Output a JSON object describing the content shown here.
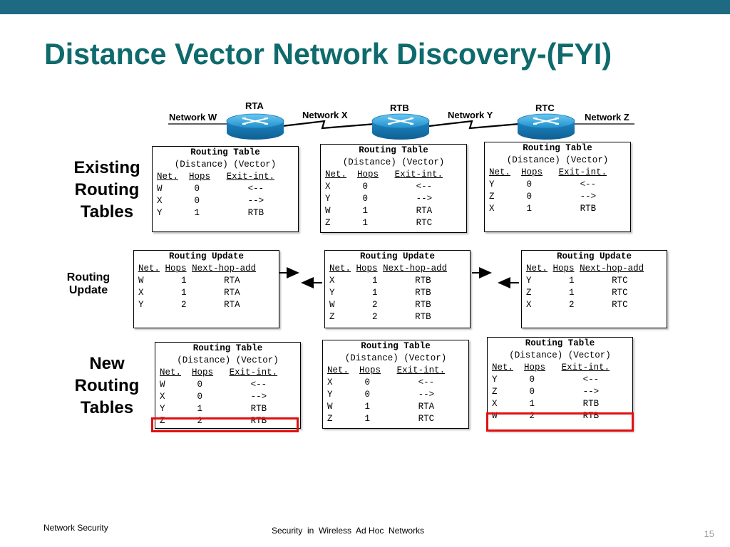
{
  "title": "Distance Vector Network Discovery-(FYI)",
  "routers": [
    {
      "label": "RTA"
    },
    {
      "label": "RTB"
    },
    {
      "label": "RTC"
    }
  ],
  "networks": [
    "Network W",
    "Network X",
    "Network Y",
    "Network Z"
  ],
  "side_labels": {
    "existing": [
      "Existing",
      "Routing",
      "Tables"
    ],
    "update": [
      "Routing",
      "Update"
    ],
    "new": [
      "New",
      "Routing",
      "Tables"
    ]
  },
  "table_header": {
    "title": "Routing Table",
    "subtitle": "(Distance) (Vector)",
    "col_net": "Net.",
    "col_hops": "Hops",
    "col_exit": "Exit-int."
  },
  "update_header": {
    "title": "Routing Update",
    "col_net": "Net.",
    "col_hops": "Hops",
    "col_next": "Next-hop-add"
  },
  "existing_tables": [
    {
      "rows": [
        [
          "W",
          "0",
          "<--"
        ],
        [
          "X",
          "0",
          "-->"
        ],
        [
          "Y",
          "1",
          "RTB"
        ]
      ]
    },
    {
      "rows": [
        [
          "X",
          "0",
          "<--"
        ],
        [
          "Y",
          "0",
          "-->"
        ],
        [
          "W",
          "1",
          "RTA"
        ],
        [
          "Z",
          "1",
          "RTC"
        ]
      ]
    },
    {
      "rows": [
        [
          "Y",
          "0",
          "<--"
        ],
        [
          "Z",
          "0",
          "-->"
        ],
        [
          "X",
          "1",
          "RTB"
        ]
      ]
    }
  ],
  "updates": [
    {
      "rows": [
        [
          "W",
          "1",
          "RTA"
        ],
        [
          "X",
          "1",
          "RTA"
        ],
        [
          "Y",
          "2",
          "RTA"
        ]
      ]
    },
    {
      "rows": [
        [
          "X",
          "1",
          "RTB"
        ],
        [
          "Y",
          "1",
          "RTB"
        ],
        [
          "W",
          "2",
          "RTB"
        ],
        [
          "Z",
          "2",
          "RTB"
        ]
      ]
    },
    {
      "rows": [
        [
          "Y",
          "1",
          "RTC"
        ],
        [
          "Z",
          "1",
          "RTC"
        ],
        [
          "X",
          "2",
          "RTC"
        ]
      ]
    }
  ],
  "new_tables": [
    {
      "rows": [
        [
          "W",
          "0",
          "<--"
        ],
        [
          "X",
          "0",
          "-->"
        ],
        [
          "Y",
          "1",
          "RTB"
        ],
        [
          "Z",
          "2",
          "RTB"
        ]
      ]
    },
    {
      "rows": [
        [
          "X",
          "0",
          "<--"
        ],
        [
          "Y",
          "0",
          "-->"
        ],
        [
          "W",
          "1",
          "RTA"
        ],
        [
          "Z",
          "1",
          "RTC"
        ]
      ]
    },
    {
      "rows": [
        [
          "Y",
          "0",
          "<--"
        ],
        [
          "Z",
          "0",
          "-->"
        ],
        [
          "X",
          "1",
          "RTB"
        ],
        [
          "W",
          "2",
          "RTB"
        ]
      ]
    }
  ],
  "footer": {
    "left": "Network Security",
    "center": "Security  in  Wireless  Ad Hoc  Networks",
    "page": "15"
  },
  "colors": {
    "title": "#0e6a6c",
    "topbar": "#1e6a82",
    "highlight": "#e01010",
    "router": "#2a9fd8"
  }
}
